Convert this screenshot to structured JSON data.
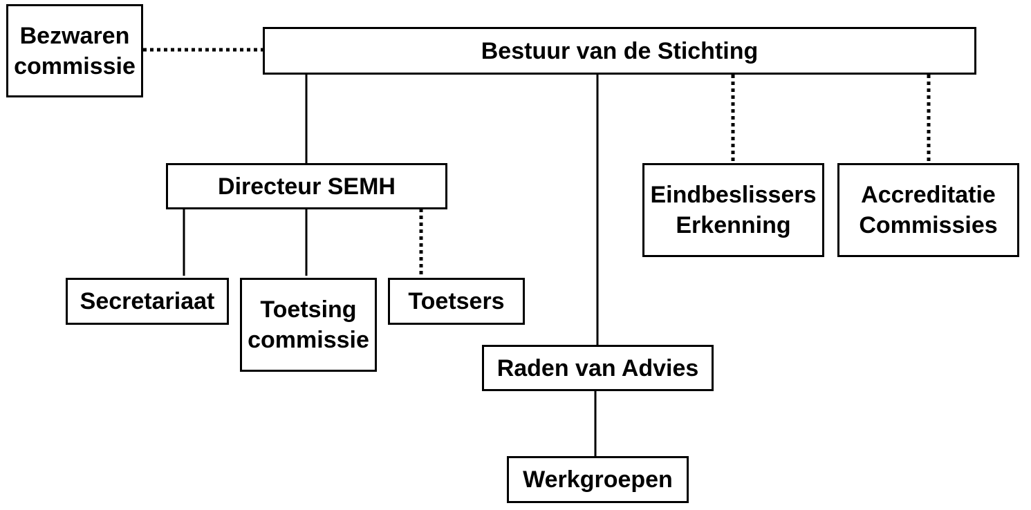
{
  "colors": {
    "line": "#000000",
    "box_border": "#000000",
    "box_fill": "#ffffff",
    "text": "#000000"
  },
  "nodes": {
    "bestuur": {
      "lines": [
        "Bestuur van de Stichting"
      ]
    },
    "bezwaren": {
      "lines": [
        "Bezwaren",
        "commissie"
      ]
    },
    "directeur": {
      "lines": [
        "Directeur SEMH"
      ]
    },
    "eindbeslissers": {
      "lines": [
        "Eindbeslissers",
        "Erkenning"
      ]
    },
    "accreditatie": {
      "lines": [
        "Accreditatie",
        "Commissies"
      ]
    },
    "secretariaat": {
      "lines": [
        "Secretariaat"
      ]
    },
    "toetsing": {
      "lines": [
        "Toetsing",
        "commissie"
      ]
    },
    "toetsers": {
      "lines": [
        "Toetsers"
      ]
    },
    "raden": {
      "lines": [
        "Raden van Advies"
      ]
    },
    "werkgroepen": {
      "lines": [
        "Werkgroepen"
      ]
    }
  },
  "edges": [
    {
      "from": "bezwaren",
      "to": "bestuur",
      "style": "dotted"
    },
    {
      "from": "bestuur",
      "to": "directeur",
      "style": "solid"
    },
    {
      "from": "bestuur",
      "to": "raden",
      "style": "solid"
    },
    {
      "from": "bestuur",
      "to": "eindbeslissers",
      "style": "dotted"
    },
    {
      "from": "bestuur",
      "to": "accreditatie",
      "style": "dotted"
    },
    {
      "from": "directeur",
      "to": "secretariaat",
      "style": "solid"
    },
    {
      "from": "directeur",
      "to": "toetsing",
      "style": "solid"
    },
    {
      "from": "directeur",
      "to": "toetsers",
      "style": "dotted"
    },
    {
      "from": "raden",
      "to": "werkgroepen",
      "style": "solid"
    }
  ]
}
